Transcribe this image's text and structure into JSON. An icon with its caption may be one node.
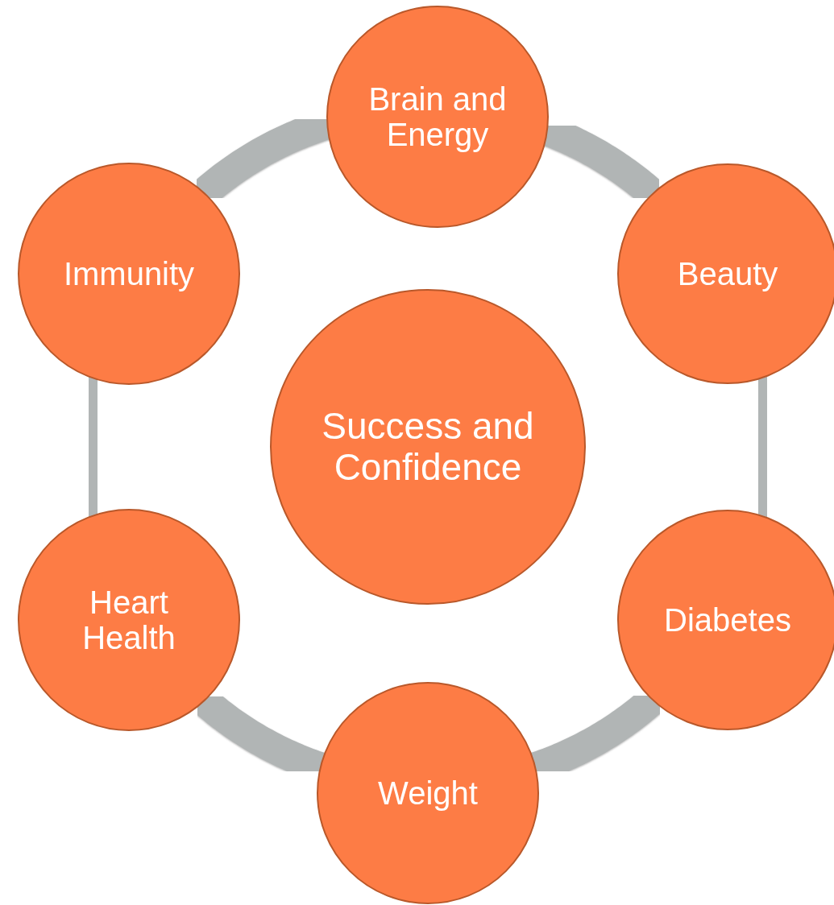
{
  "diagram": {
    "nodes": [
      {
        "text": [
          "Success and Confidence"
        ]
      },
      {
        "text": [
          "Brain and Energy"
        ]
      },
      {
        "text": [
          "Beauty"
        ]
      },
      {
        "text": [
          "Diabetes"
        ]
      },
      {
        "text": [
          "Weight"
        ]
      },
      {
        "text": [
          "Heart Health"
        ]
      },
      {
        "text": [
          "Immunity"
        ]
      }
    ],
    "edges": [
      {
        "from": 1,
        "to": 2,
        "arrow": "none"
      },
      {
        "from": 2,
        "to": 3,
        "arrow": "none"
      },
      {
        "from": 3,
        "to": 4,
        "arrow": "none"
      },
      {
        "from": 4,
        "to": 5,
        "arrow": "none"
      },
      {
        "from": 5,
        "to": 6,
        "arrow": "none"
      },
      {
        "from": 6,
        "to": 1,
        "arrow": "none"
      }
    ]
  }
}
